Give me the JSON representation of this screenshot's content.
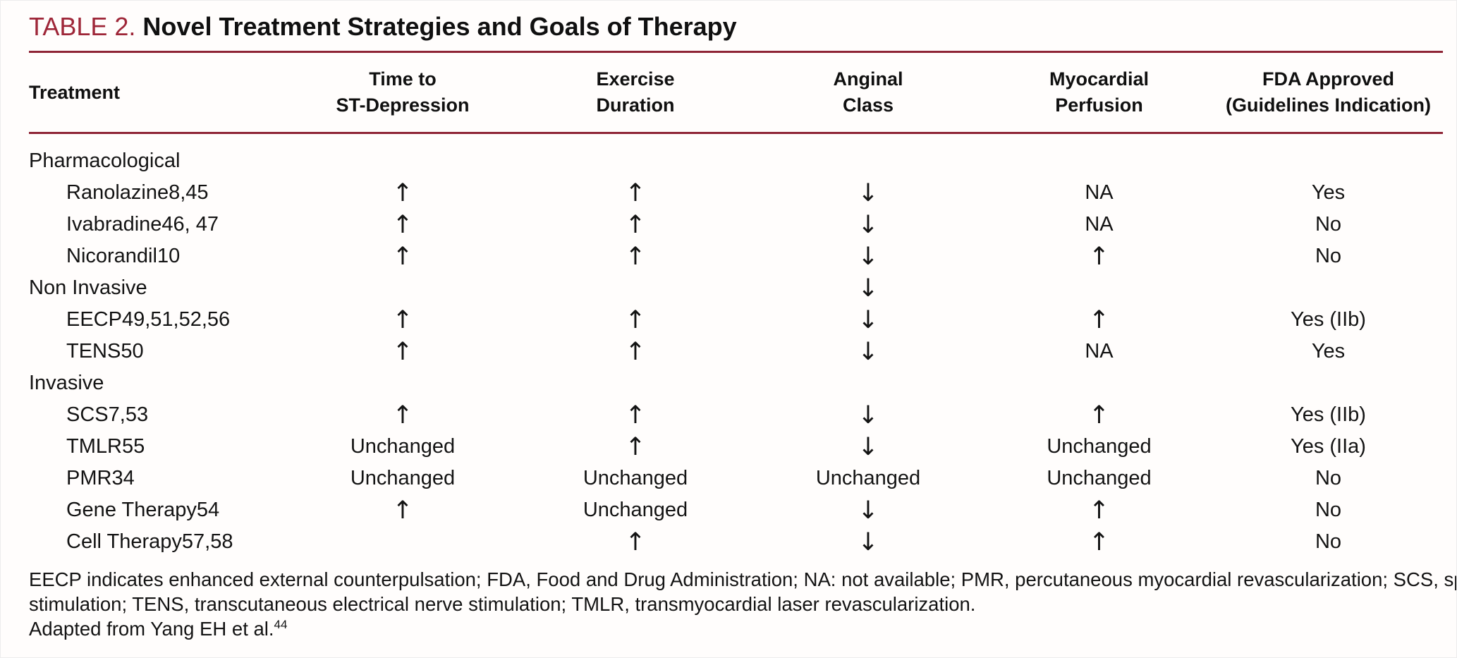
{
  "title": {
    "label": "TABLE 2.",
    "text": "Novel Treatment Strategies and Goals of Therapy"
  },
  "colors": {
    "accent_red": "#9e2638",
    "rule_red": "#8e2436"
  },
  "table": {
    "columns": [
      {
        "line1": "Treatment",
        "line2": ""
      },
      {
        "line1": "Time to",
        "line2": "ST-Depression"
      },
      {
        "line1": "Exercise",
        "line2": "Duration"
      },
      {
        "line1": "Anginal",
        "line2": "Class"
      },
      {
        "line1": "Myocardial",
        "line2": "Perfusion"
      },
      {
        "line1": "FDA Approved",
        "line2": "(Guidelines Indication)"
      }
    ],
    "rows": [
      {
        "type": "section",
        "cells": [
          "Pharmacological",
          "",
          "",
          "",
          "",
          ""
        ]
      },
      {
        "type": "item",
        "cells": [
          "Ranolazine8,45",
          "↑",
          "↑",
          "↓",
          "NA",
          "Yes"
        ]
      },
      {
        "type": "item",
        "cells": [
          "Ivabradine46, 47",
          "↑",
          "↑",
          "↓",
          "NA",
          "No"
        ]
      },
      {
        "type": "item",
        "cells": [
          "Nicorandil10",
          "↑",
          "↑",
          "↓",
          "↑",
          "No"
        ]
      },
      {
        "type": "section",
        "cells": [
          "Non Invasive",
          "",
          "",
          "↓",
          "",
          ""
        ]
      },
      {
        "type": "item",
        "cells": [
          "EECP49,51,52,56",
          "↑",
          "↑",
          "↓",
          "↑",
          "Yes (IIb)"
        ]
      },
      {
        "type": "item",
        "cells": [
          "TENS50",
          "↑",
          "↑",
          "↓",
          "NA",
          "Yes"
        ]
      },
      {
        "type": "section",
        "cells": [
          "Invasive",
          "",
          "",
          "",
          "",
          ""
        ]
      },
      {
        "type": "item",
        "cells": [
          "SCS7,53",
          "↑",
          "↑",
          "↓",
          "↑",
          "Yes (IIb)"
        ]
      },
      {
        "type": "item",
        "cells": [
          "TMLR55",
          "Unchanged",
          "↑",
          "↓",
          "Unchanged",
          "Yes (IIa)"
        ]
      },
      {
        "type": "item",
        "cells": [
          "PMR34",
          "Unchanged",
          "Unchanged",
          "Unchanged",
          "Unchanged",
          "No"
        ]
      },
      {
        "type": "item",
        "cells": [
          "Gene Therapy54",
          "↑",
          "Unchanged",
          "↓",
          "↑",
          "No"
        ]
      },
      {
        "type": "item",
        "cells": [
          "Cell Therapy57,58",
          "",
          "↑",
          "↓",
          "↑",
          "No"
        ]
      }
    ]
  },
  "footnotes": {
    "line1": "EECP indicates enhanced external counterpulsation; FDA, Food and Drug Administration; NA: not available; PMR, percutaneous myocardial revascularization; SCS, spinal cord",
    "line2": "stimulation; TENS, transcutaneous electrical nerve stimulation; TMLR, transmyocardial laser revascularization.",
    "adapted": "Adapted from Yang EH et al.",
    "sup": "44"
  }
}
